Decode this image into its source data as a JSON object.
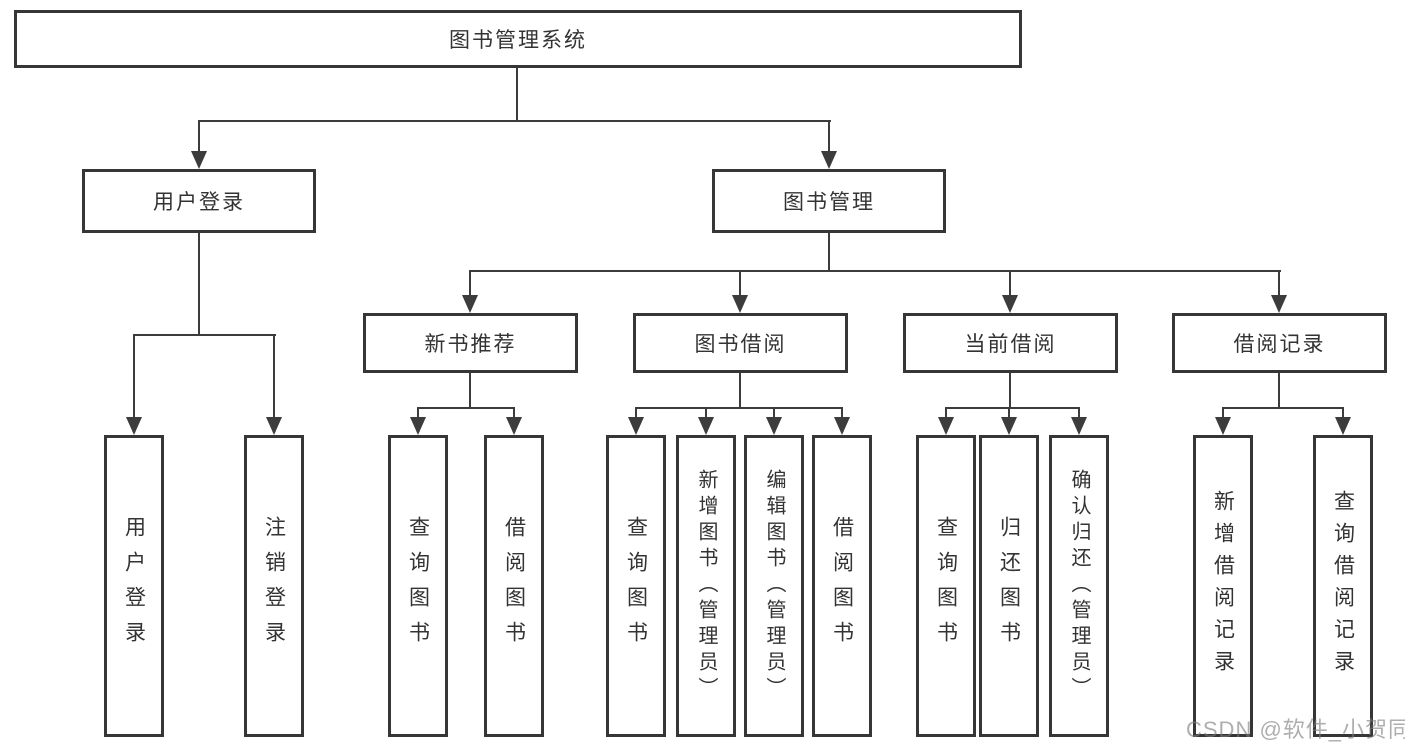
{
  "colors": {
    "background": "#ffffff",
    "box_border": "#363636",
    "connector_line": "#3c3c3c",
    "text": "#333333",
    "watermark": "#7d7d7d"
  },
  "tree": {
    "label": "图书管理系统",
    "children": [
      {
        "label": "用户登录",
        "children": [
          {
            "label": "用户登录"
          },
          {
            "label": "注销登录"
          }
        ]
      },
      {
        "label": "图书管理",
        "children": [
          {
            "label": "新书推荐",
            "children": [
              {
                "label": "查询图书"
              },
              {
                "label": "借阅图书"
              }
            ]
          },
          {
            "label": "图书借阅",
            "children": [
              {
                "label": "查询图书"
              },
              {
                "label": "新增图书（管理员）"
              },
              {
                "label": "编辑图书（管理员）"
              },
              {
                "label": "借阅图书"
              }
            ]
          },
          {
            "label": "当前借阅",
            "children": [
              {
                "label": "查询图书"
              },
              {
                "label": "归还图书"
              },
              {
                "label": "确认归还（管理员）"
              }
            ]
          },
          {
            "label": "借阅记录",
            "children": [
              {
                "label": "新增借阅记录"
              },
              {
                "label": "查询借阅记录"
              }
            ]
          }
        ]
      }
    ]
  },
  "watermark": {
    "text": "CSDN @软件_小贺同学"
  }
}
